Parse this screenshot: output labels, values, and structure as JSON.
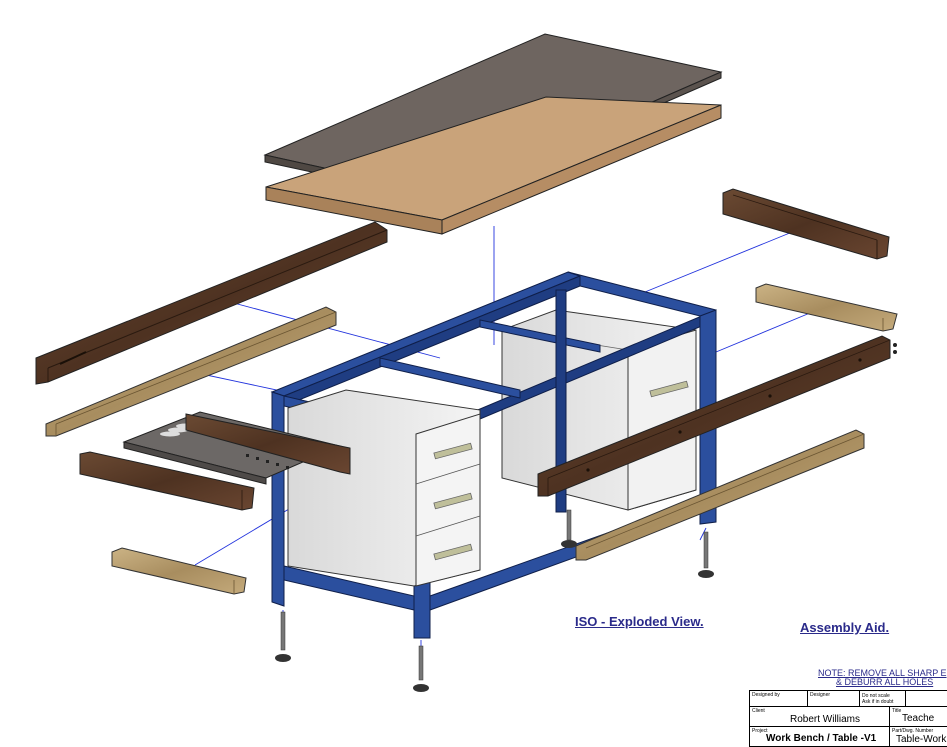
{
  "captions": {
    "iso_view": "ISO - Exploded View.",
    "assembly_aid": "Assembly Aid."
  },
  "note": {
    "line1": "NOTE: REMOVE ALL SHARP E",
    "line2": "& DEBURR ALL HOLES"
  },
  "title_block": {
    "designed_by_label": "Designed by",
    "designer_label": "Designer",
    "do_not_scale_line1": "Do not scale",
    "do_not_scale_line2": "Ask if in doubt",
    "client_label": "Client",
    "client_value": "Robert Williams",
    "title_label": "Title",
    "title_value": "Teache",
    "project_label": "Project",
    "project_value": "Work Bench / Table -V1",
    "part_label": "Part/Dwg. Number",
    "part_value": "Table-Work"
  },
  "colors": {
    "frame_blue": "#2b4f9e",
    "frame_blue_dark": "#1a3370",
    "top_panel": "#6e6560",
    "mdf_board": "#c9a37a",
    "dark_wood": "#5a3a26",
    "light_wood": "#b89c6e",
    "cabinet": "#e4e4e4",
    "leader_line": "#2233dd",
    "caption_text": "#2a2a8a"
  }
}
